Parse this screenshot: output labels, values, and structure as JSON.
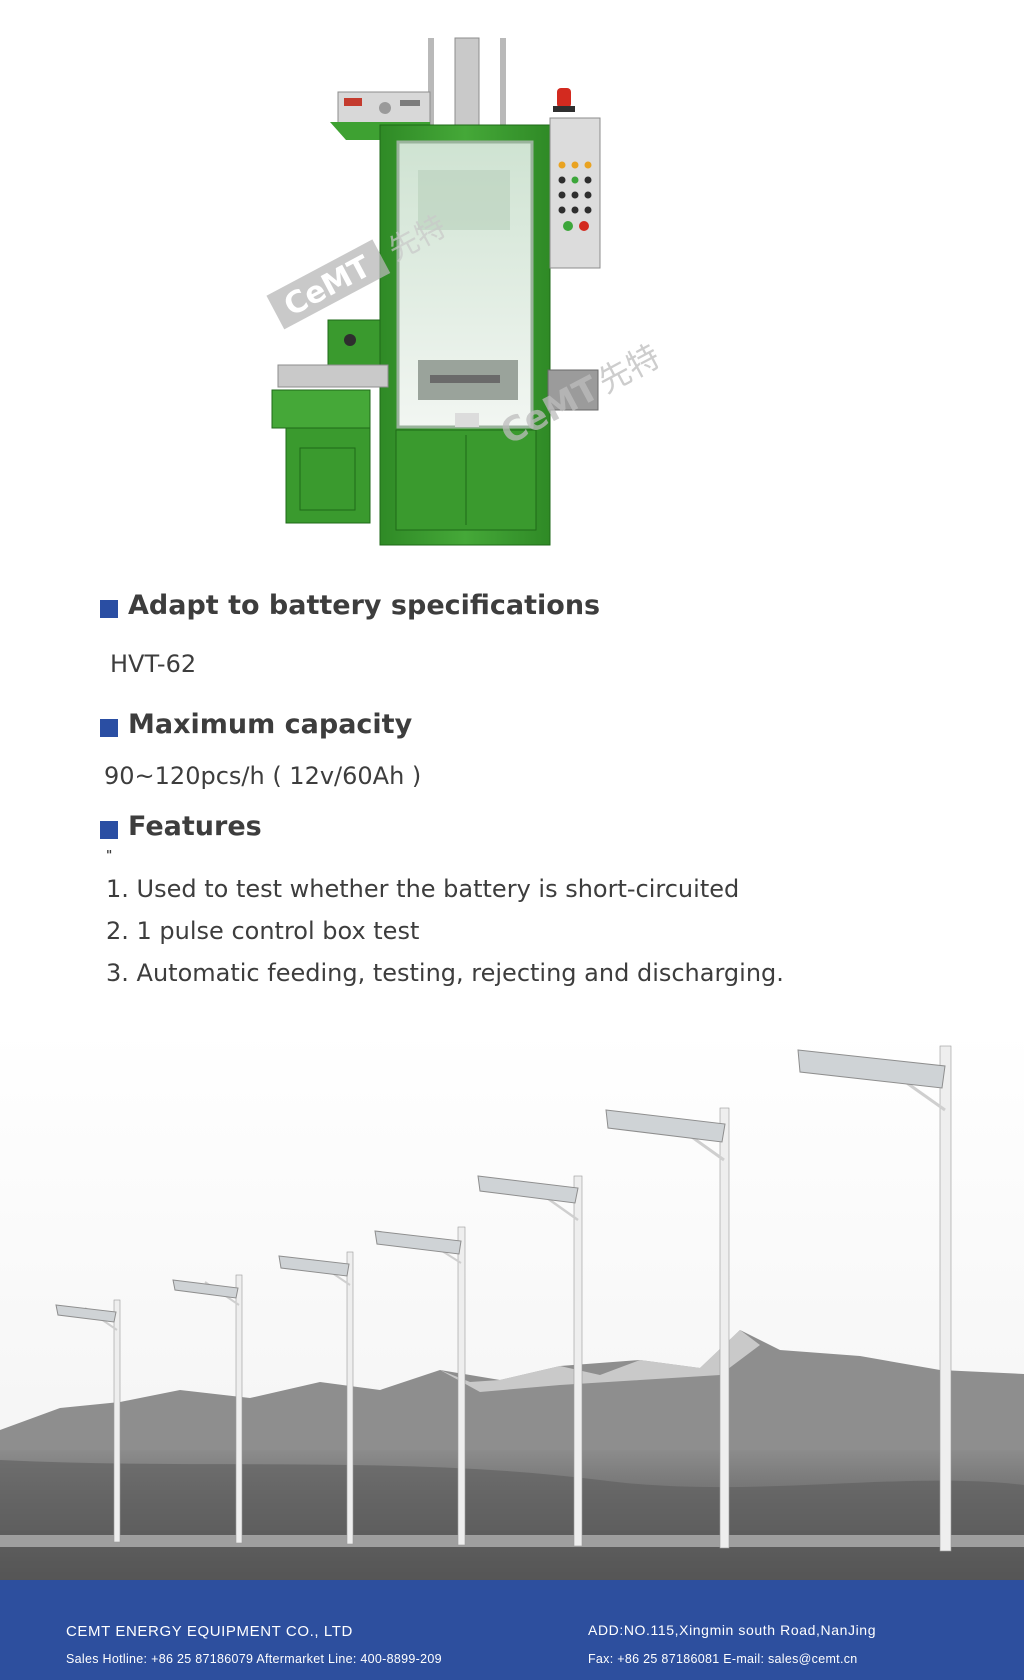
{
  "machine": {
    "watermark_brand": "CeMT",
    "watermark_chinese": "先特"
  },
  "sections": {
    "spec": {
      "heading": "Adapt to battery specifications",
      "value": "HVT-62"
    },
    "capacity": {
      "heading": "Maximum capacity",
      "value": "90~120pcs/h ( 12v/60Ah )"
    },
    "features": {
      "heading": "Features",
      "marker": "\"",
      "items": [
        "1. Used to test whether the battery is short-circuited",
        "2. 1 pulse control box test",
        "3. Automatic feeding, testing, rejecting and discharging."
      ]
    }
  },
  "footer": {
    "company": "CEMT ENERGY EQUIPMENT CO., LTD",
    "hotline": "Sales Hotline: +86 25 87186079  Aftermarket Line: 400-8899-209",
    "address": "ADD:NO.115,Xingmin south Road,NanJing",
    "contact": "Fax: +86 25 87186081  E-mail: sales@cemt.cn"
  },
  "colors": {
    "accent_blue": "#2d4f9e",
    "machine_green": "#3a9a2e",
    "text_gray": "#3d3d3d"
  }
}
